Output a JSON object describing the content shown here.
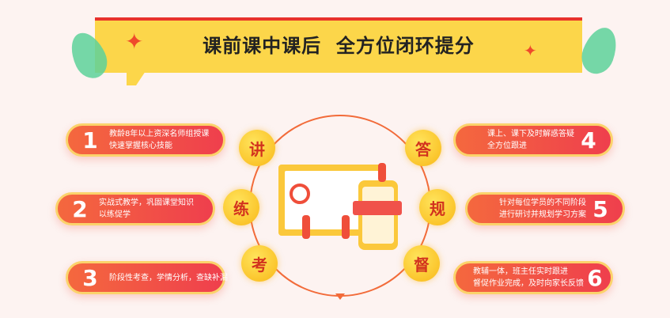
{
  "header": {
    "title": "课前课中课后  全方位闭环提分"
  },
  "left_items": [
    {
      "num": "1",
      "text": "教龄8年以上资深名师组授课\n快速掌握核心技能"
    },
    {
      "num": "2",
      "text": "实战式教学，巩固课堂知识\n以练促学"
    },
    {
      "num": "3",
      "text": "阶段性考查，学情分析，查缺补漏"
    }
  ],
  "right_items": [
    {
      "num": "4",
      "text": "课上、课下及时解惑答疑\n全方位跟进"
    },
    {
      "num": "5",
      "text": "针对每位学员的不同阶段\n进行研讨并规划学习方案"
    },
    {
      "num": "6",
      "text": "教辅一体，班主任实时跟进\n督促作业完成，及时向家长反馈"
    }
  ],
  "circles": {
    "left": [
      "讲",
      "练",
      "考"
    ],
    "right": [
      "答",
      "规",
      "督"
    ]
  },
  "colors": {
    "accent": "#ef4a3a",
    "banner": "#fcd64a",
    "coin": "#f9b817"
  }
}
